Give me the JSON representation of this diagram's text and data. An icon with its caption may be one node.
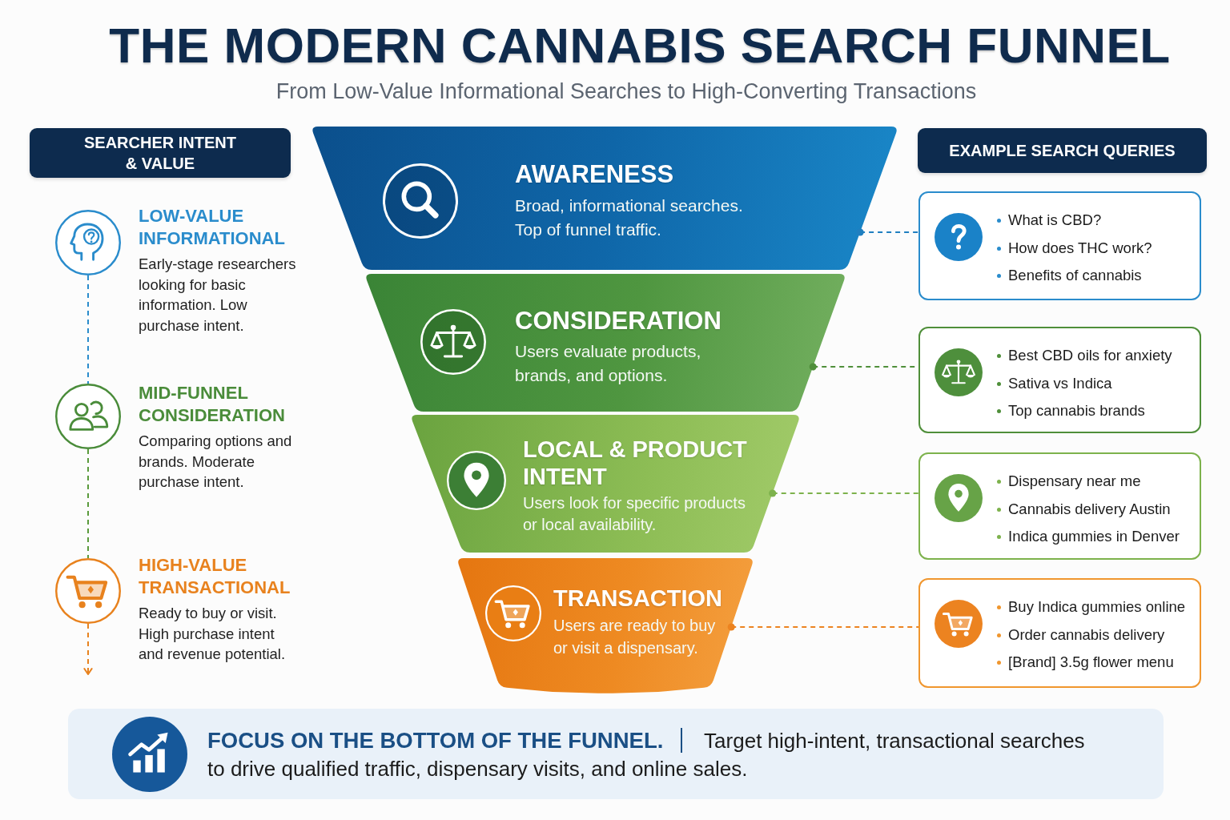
{
  "diagram": {
    "title": "THE MODERN CANNABIS SEARCH FUNNEL",
    "nodes": [
      {
        "text": [
          "SEARCHER INTENT & VALUE"
        ]
      },
      {
        "text": [],
        "shape": "circle",
        "beside": [
          "LOW-VALUE INFORMATIONAL",
          "Early-stage researchers looking for basic information. Low purchase intent."
        ]
      },
      {
        "text": [],
        "shape": "circle",
        "beside": [
          "MID-FUNNEL CONSIDERATION",
          "Comparing options and brands. Moderate purchase intent."
        ]
      },
      {
        "text": [],
        "shape": "circle",
        "beside": [
          "HIGH-VALUE TRANSACTIONAL",
          "Ready to buy or visit. High purchase intent and revenue potential."
        ]
      },
      {
        "text": [
          "AWARENESS",
          "Broad, informational searches. Top of funnel traffic."
        ]
      },
      {
        "text": [
          "CONSIDERATION",
          "Users evaluate products, brands, and options."
        ]
      },
      {
        "text": [
          "LOCAL & PRODUCT INTENT",
          "Users look for specific products or local availability."
        ]
      },
      {
        "text": [
          "TRANSACTION",
          "Users are ready to buy or visit a dispensary."
        ]
      },
      {
        "text": [
          "EXAMPLE SEARCH QUERIES"
        ]
      },
      {
        "text": [
          "What is CBD?",
          "How does THC work?",
          "Benefits of cannabis"
        ]
      },
      {
        "text": [
          "Best CBD oils for anxiety",
          "Sativa vs Indica",
          "Top cannabis brands"
        ]
      },
      {
        "text": [
          "Dispensary near me",
          "Cannabis delivery Austin",
          "Indica gummies in Denver"
        ]
      },
      {
        "text": [
          "Buy Indica gummies online",
          "Order cannabis delivery",
          "[Brand] 3.5g flower menu"
        ]
      },
      {
        "text": [
          "**FOCUS ON THE BOTTOM OF THE FUNNEL.** Target high-intent, transactional searches to drive qualified traffic, dispensary visits, and online sales."
        ]
      }
    ],
    "edges": [
      {
        "from": 1,
        "to": 2,
        "arrow": "none",
        "style": "dashed",
        "color": "#2a8ccc"
      },
      {
        "from": 2,
        "to": 3,
        "arrow": "none",
        "style": "dashed",
        "color": "#5a9a3c"
      },
      {
        "from": 3,
        "to": null,
        "arrow": "to",
        "style": "dashed",
        "color": "#e8821e"
      },
      {
        "from": 4,
        "to": 9,
        "arrow": "other",
        "style": "dashed",
        "color": "#1f7fc0"
      },
      {
        "from": 5,
        "to": 10,
        "arrow": "other",
        "style": "dashed",
        "color": "#4f8f3a"
      },
      {
        "from": 6,
        "to": 11,
        "arrow": "other",
        "style": "dashed",
        "color": "#7db24c"
      },
      {
        "from": 7,
        "to": 12,
        "arrow": "other",
        "style": "dashed",
        "color": "#ec8320"
      }
    ],
    "labels": [
      "From Low-Value Informational Searches to High-Converting Transactions"
    ]
  }
}
